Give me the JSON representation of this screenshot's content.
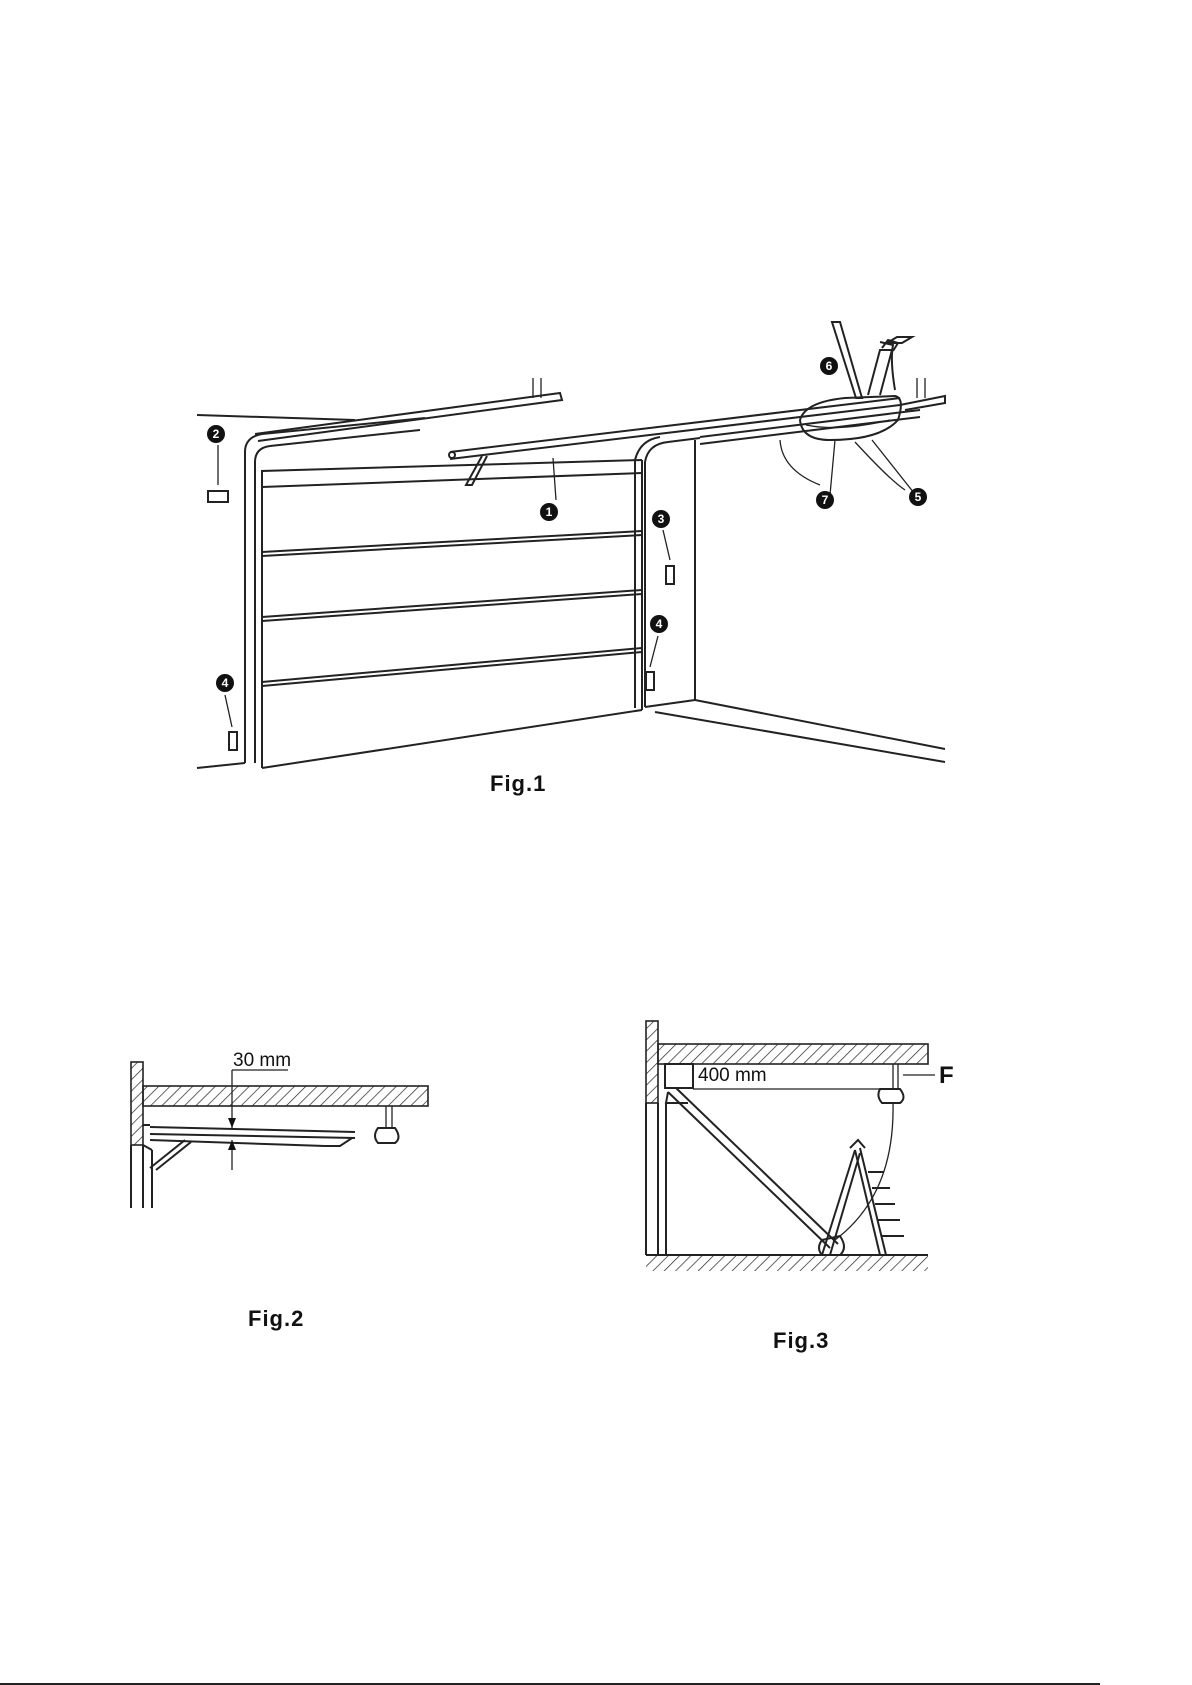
{
  "figures": {
    "fig1": {
      "caption": "Fig.1",
      "callouts": [
        "1",
        "2",
        "3",
        "4",
        "4",
        "5",
        "6",
        "7"
      ]
    },
    "fig2": {
      "caption": "Fig.2",
      "dimension": "30 mm"
    },
    "fig3": {
      "caption": "Fig.3",
      "dimension": "400 mm",
      "label_f": "F"
    }
  },
  "colors": {
    "line": "#222222",
    "background": "#ffffff"
  }
}
